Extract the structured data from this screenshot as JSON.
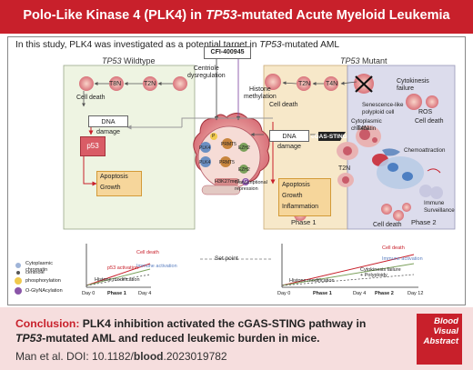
{
  "title": {
    "prefix": "Polo-Like Kinase 4 (PLK4) in ",
    "italic": "TP53",
    "suffix": "-mutated Acute Myeloid Leukemia"
  },
  "intro": {
    "prefix": "In this study, PLK4 was investigated as a potential target in ",
    "italic": "TP53",
    "suffix": "-mutated AML"
  },
  "panels": {
    "wildtype_header_italic": "TP53",
    "wildtype_header_suffix": " Wildtype",
    "mutant_header_italic": "TP53",
    "mutant_header_suffix": " Mutant",
    "phase1": "Phase 1",
    "phase2": "Phase 2"
  },
  "labels": {
    "drug": "CFI-400945",
    "centriole_dysregulation": "Centriole\ndysregulation",
    "histone_methylation": "Histone\nmethylation",
    "t4n": "T4N",
    "t2n": "T2N",
    "t8n": "T8N",
    "cell_death": "Cell death",
    "dna_damage": "DNA damage",
    "p53": "p53",
    "apoptosis": "Apoptosis",
    "growth": "Growth",
    "inflammation": "Inflammation",
    "cgas_sting": "cGAS-STING",
    "cytokinesis_failure": "Cytokinesis\nfailure",
    "senescence": "Senescence-like\npolyploid cell",
    "ros": "ROS",
    "cytoplasmic_chromatin": "Cytoplasmic\nchromatin",
    "chemoattraction": "Chemoattraction",
    "immune_surveillance": "Immune\nSurveillance",
    "plk4": "PLK4",
    "prmt5": "PRMT5",
    "ezh2": "EZH2",
    "h3k27me3": "H3K27me3",
    "transcriptional_repression": "Transcriptional\nrepression",
    "p_mark": "P",
    "g_mark": "G"
  },
  "legend": {
    "cytoplasmic_chromatin": "Cytoplasmic\nchromatin",
    "centriole": "centriole",
    "phosphorylation": "phosphorylation",
    "glcnac": "O-GlyNAcylation"
  },
  "timeline_left": {
    "cell_death": "Cell death",
    "immune_activation": "Immune activation",
    "p53_activation": "p53 activation",
    "histone_modification": "Histone modification",
    "day0": "Day 0",
    "phase1": "Phase 1",
    "day4": "Day 4"
  },
  "timeline_right": {
    "set_point": "Set point",
    "cell_death": "Cell death",
    "immune_activation": "Immune activation",
    "cytokinesis_failure": "Cytokinesis failure\n+ Polyploidy",
    "histone_modification": "Histone modification",
    "day0": "Day 0",
    "phase1": "Phase 1",
    "day4": "Day 4",
    "phase2": "Phase 2",
    "day12": "Day 12"
  },
  "conclusion": {
    "label": "Conclusion:",
    "text_a": " PLK4 inhibition activated the cGAS-STING pathway in ",
    "italic": "TP53",
    "text_b": "-mutated AML and reduced leukemic burden in mice."
  },
  "citation": {
    "prefix": "Man et al. DOI: 10.1182/",
    "bold": "blood",
    "suffix": ".2023019782"
  },
  "badge": {
    "line1": "Blood",
    "line2": "Visual",
    "line3": "Abstract"
  },
  "colors": {
    "brand_red": "#c8202b",
    "wildtype_bg": "#eef4e2",
    "phase1_bg": "#f7e8c9",
    "phase2_bg": "#dcdcec",
    "cell_pink": "#e7a2a2",
    "conclusion_bg": "#f6dede"
  }
}
